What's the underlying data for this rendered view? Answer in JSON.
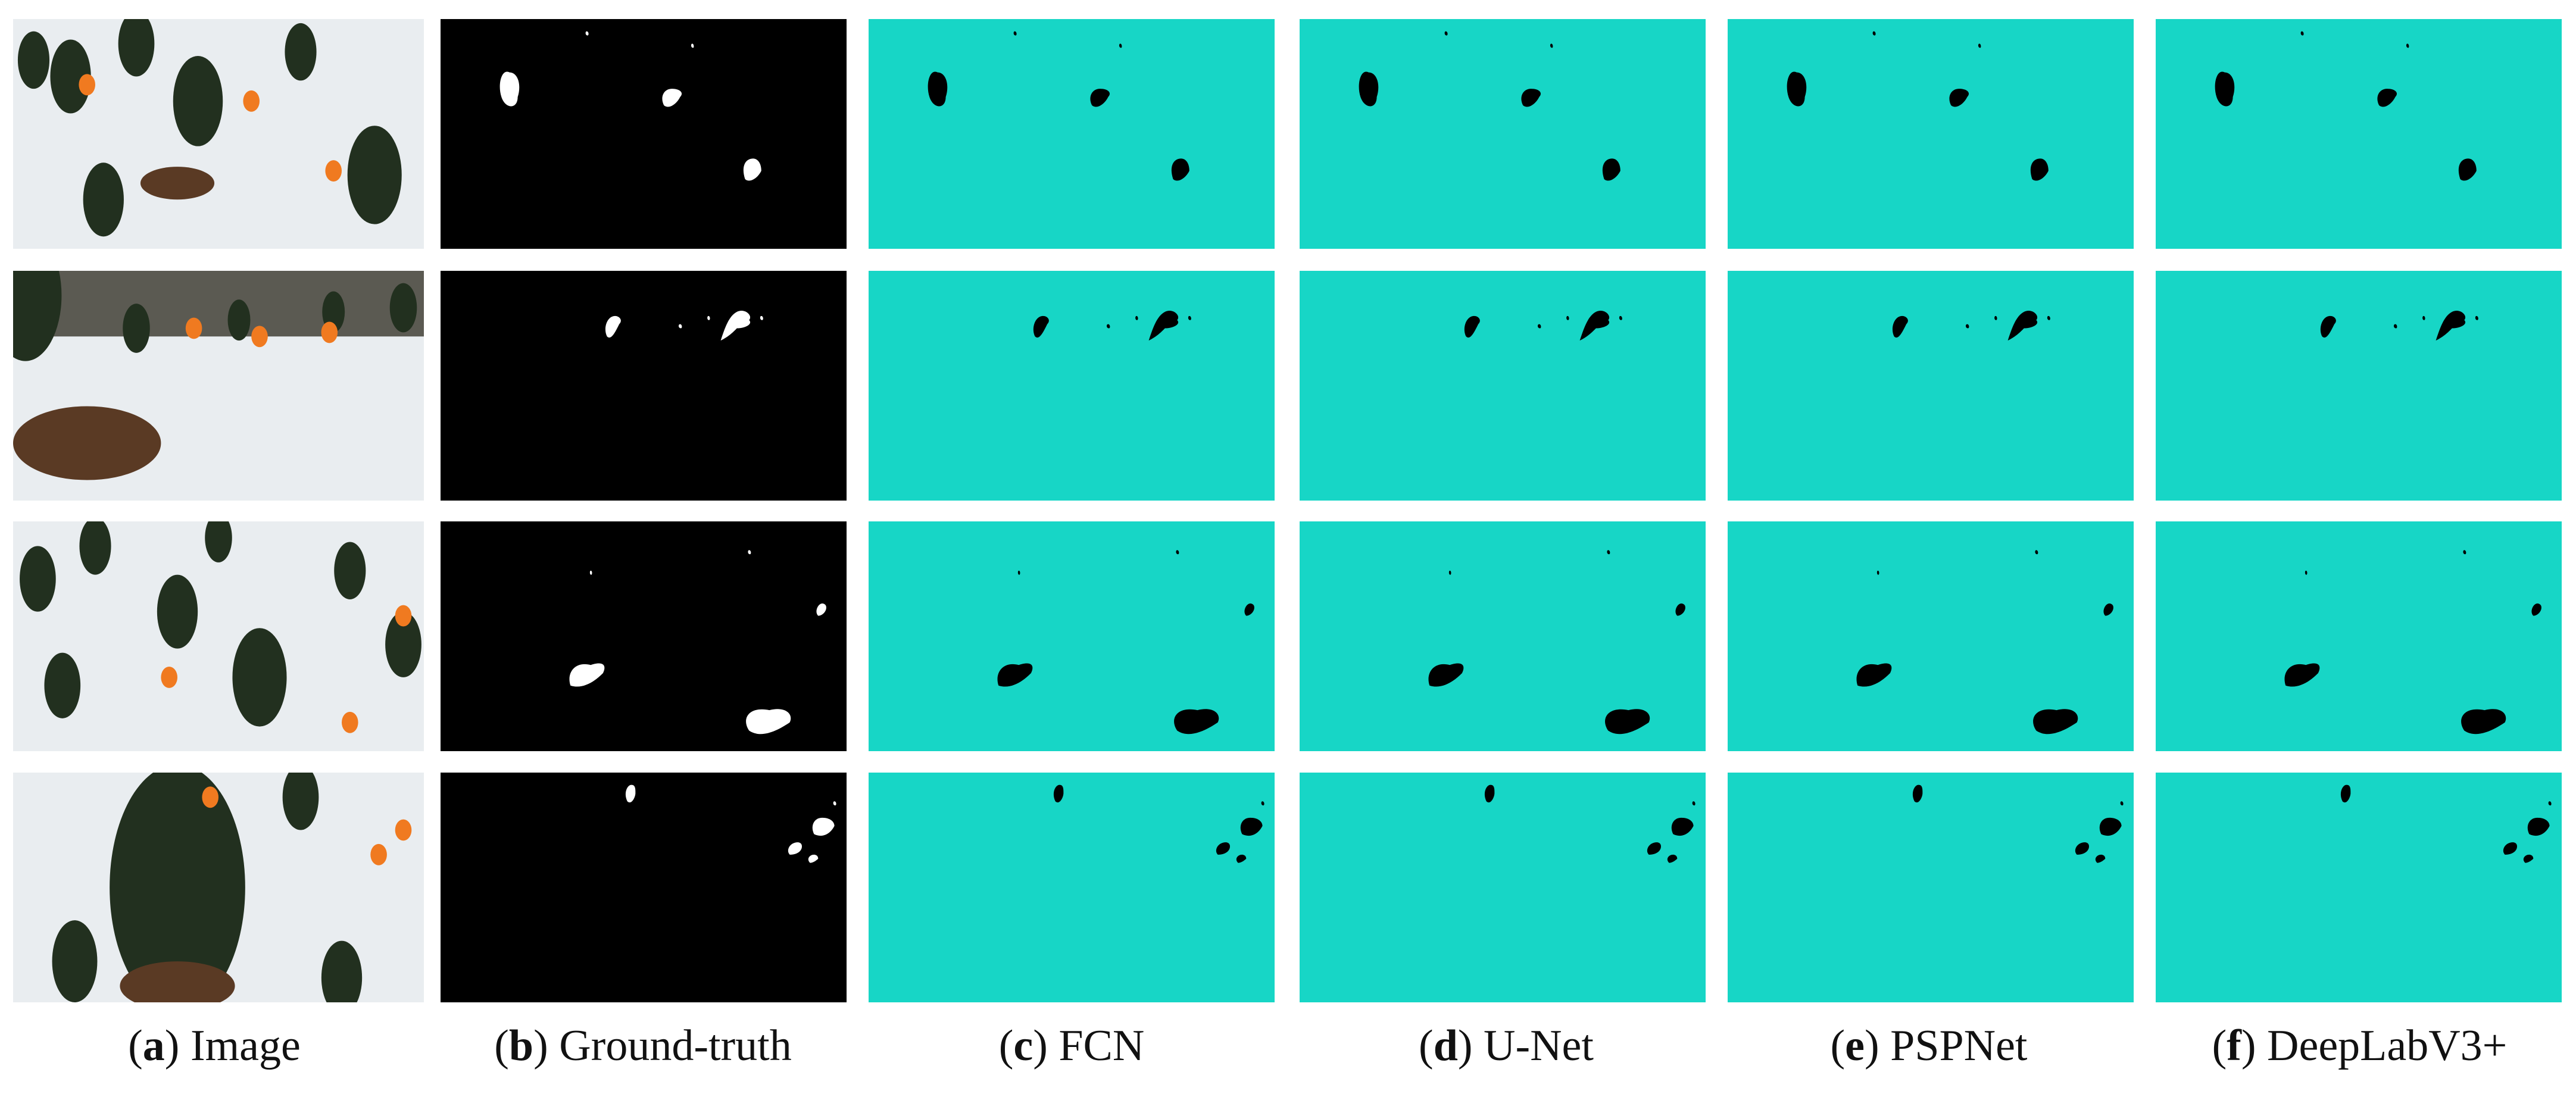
{
  "colors": {
    "prediction_background": "#17d6c6",
    "fire_region_pred": "#000000",
    "mask_background": "#000000",
    "mask_fire": "#ffffff",
    "snow": "#e9edf0",
    "tree": "#22301f",
    "ground": "#5a3a24",
    "flame": "#f07a20"
  },
  "columns": [
    {
      "key": "image",
      "letter": "a",
      "label": "Image"
    },
    {
      "key": "ground_truth",
      "letter": "b",
      "label": "Ground-truth"
    },
    {
      "key": "fcn",
      "letter": "c",
      "label": "FCN"
    },
    {
      "key": "unet",
      "letter": "d",
      "label": "U-Net"
    },
    {
      "key": "pspnet",
      "letter": "e",
      "label": "PSPNet"
    },
    {
      "key": "deeplab",
      "letter": "f",
      "label": "DeepLabV3+"
    }
  ],
  "rows": [
    {
      "scene": "snowy forest with three small fires"
    },
    {
      "scene": "snowy clearing with tree and distant fires"
    },
    {
      "scene": "aerial snowy forest with fires"
    },
    {
      "scene": "overhead tree canopy over snow with fires"
    }
  ]
}
